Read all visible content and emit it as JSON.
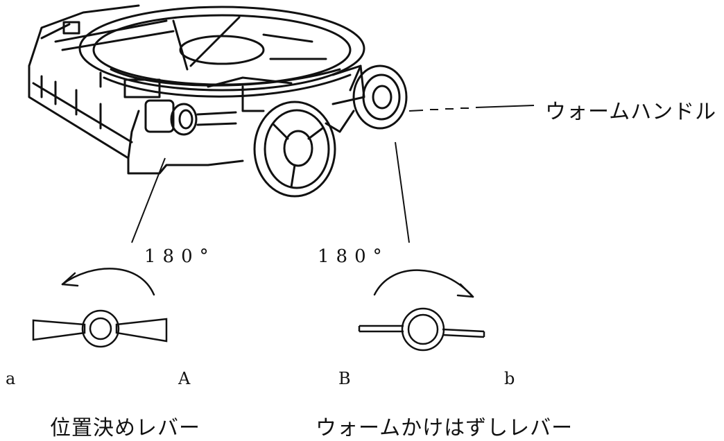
{
  "labels": {
    "worm_handle": "ウォームハンドル",
    "angle_left": "180°",
    "angle_right": "180°",
    "pos_a_lower": "a",
    "pos_a_upper": "A",
    "pos_b_upper": "B",
    "pos_b_lower": "b",
    "positioning_lever": "位置決めレバー",
    "worm_release_lever": "ウォームかけはずしレバー"
  },
  "colors": {
    "ink": "#111111",
    "paper": "#ffffff"
  },
  "icons": [
    "rotary-table-illustration",
    "curved-arrow-left",
    "curved-arrow-right",
    "wing-lever",
    "straight-lever"
  ]
}
